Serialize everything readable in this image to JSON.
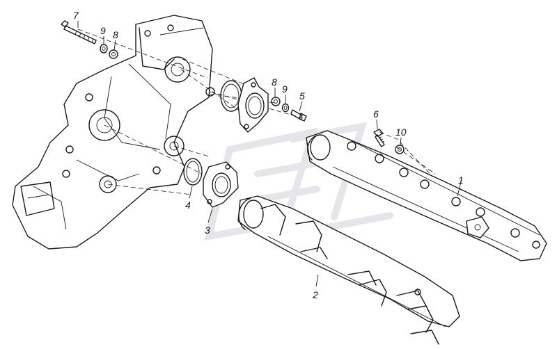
{
  "callouts": {
    "part_1": "1",
    "part_2": "2",
    "part_3": "3",
    "part_4": "4",
    "part_5": "5",
    "part_6": "6",
    "part_7": "7",
    "part_8_upper": "8",
    "part_8_lower": "8",
    "part_9_upper": "9",
    "part_9_lower": "9",
    "part_10": "10"
  },
  "colors": {
    "line": "#1a1a1a",
    "background": "#ffffff",
    "watermark": "#e4e6ea"
  }
}
